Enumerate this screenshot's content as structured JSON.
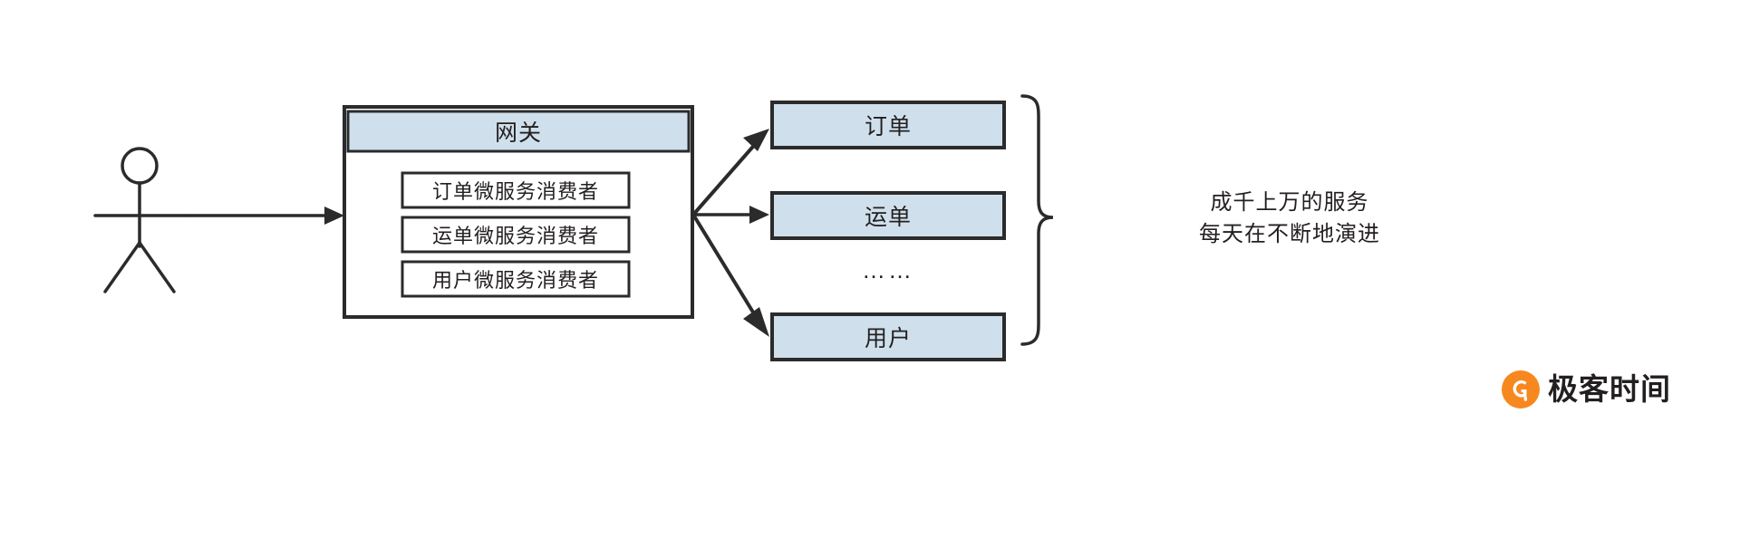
{
  "diagram": {
    "actor": {
      "name": "user-actor",
      "label": ""
    },
    "gateway": {
      "title": "网关",
      "consumers": [
        {
          "label": "订单微服务消费者"
        },
        {
          "label": "运单微服务消费者"
        },
        {
          "label": "用户微服务消费者"
        }
      ]
    },
    "services": [
      {
        "label": "订单"
      },
      {
        "label": "运单"
      },
      {
        "label": "用户"
      }
    ],
    "ellipsis": "……",
    "annotation": {
      "line1": "成千上万的服务",
      "line2": "每天在不断地演进"
    },
    "colors": {
      "box_fill": "#cfe0ec",
      "stroke": "#2b2b2b",
      "text": "#231f20",
      "logo_orange": "#f7881f",
      "background": "#ffffff"
    }
  },
  "logo": {
    "text": "极客时间",
    "mark": "geekbang-circle-icon"
  }
}
